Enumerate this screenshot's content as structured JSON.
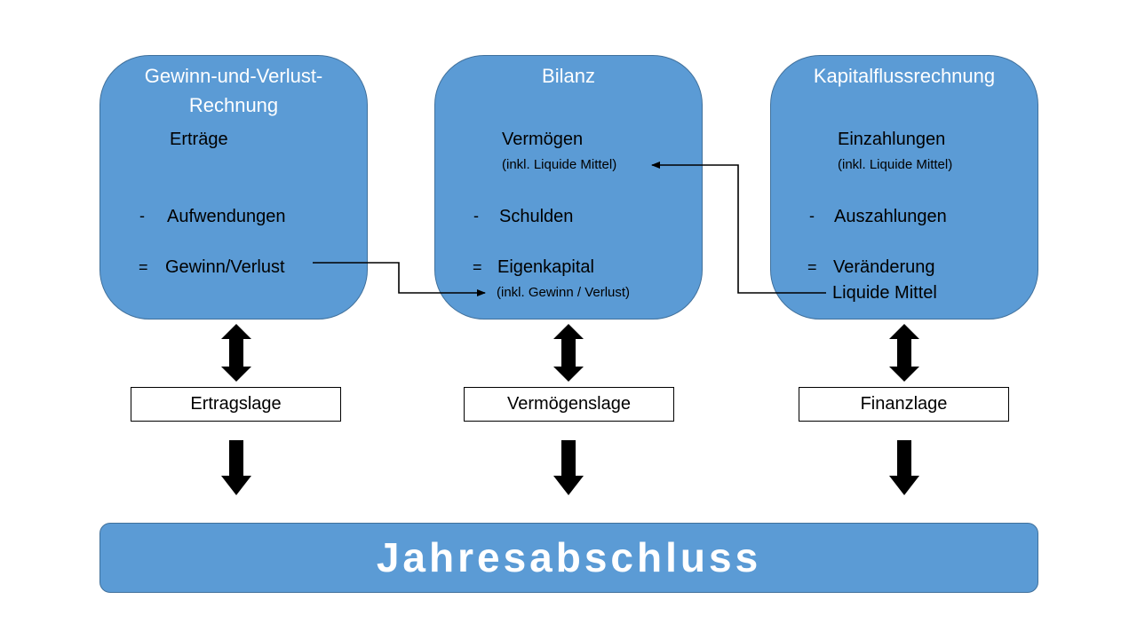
{
  "panels": {
    "guv": {
      "title": "Gewinn-und-Verlust-\nRechnung",
      "line1": "Erträge",
      "minus": "-",
      "line2": "Aufwendungen",
      "equals": "=",
      "line3": "Gewinn/Verlust"
    },
    "bilanz": {
      "title": "Bilanz",
      "line1": "Vermögen",
      "line1_note": "(inkl. Liquide Mittel)",
      "minus": "-",
      "line2": "Schulden",
      "equals": "=",
      "line3": "Eigenkapital",
      "line3_note": "(inkl. Gewinn / Verlust)"
    },
    "kfr": {
      "title": "Kapitalflussrechnung",
      "line1": "Einzahlungen",
      "line1_note": "(inkl. Liquide Mittel)",
      "minus": "-",
      "line2": "Auszahlungen",
      "equals": "=",
      "line3": "Veränderung",
      "line3_b": "Liquide Mittel"
    }
  },
  "labels": {
    "ertragslage": "Ertragslage",
    "vermoegenslage": "Vermögenslage",
    "finanzlage": "Finanzlage"
  },
  "footer": {
    "title": "Jahresabschluss"
  },
  "colors": {
    "panel_fill": "#5b9bd5",
    "panel_border": "#41719c",
    "text_on_panel": "#ffffff",
    "arrow": "#000000"
  }
}
